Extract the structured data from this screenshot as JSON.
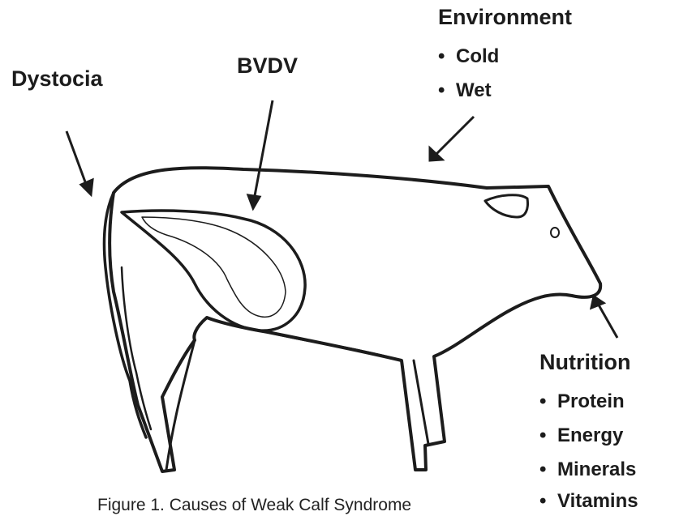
{
  "labels": {
    "dystocia": "Dystocia",
    "bvdv": "BVDV",
    "environment": {
      "heading": "Environment",
      "items": [
        "Cold",
        "Wet"
      ]
    },
    "nutrition": {
      "heading": "Nutrition",
      "items": [
        "Protein",
        "Energy",
        "Minerals",
        "Vitamins"
      ]
    }
  },
  "caption": "Figure 1. Causes of Weak Calf Syndrome",
  "colors": {
    "ink": "#1c1c1c",
    "background": "#ffffff"
  }
}
